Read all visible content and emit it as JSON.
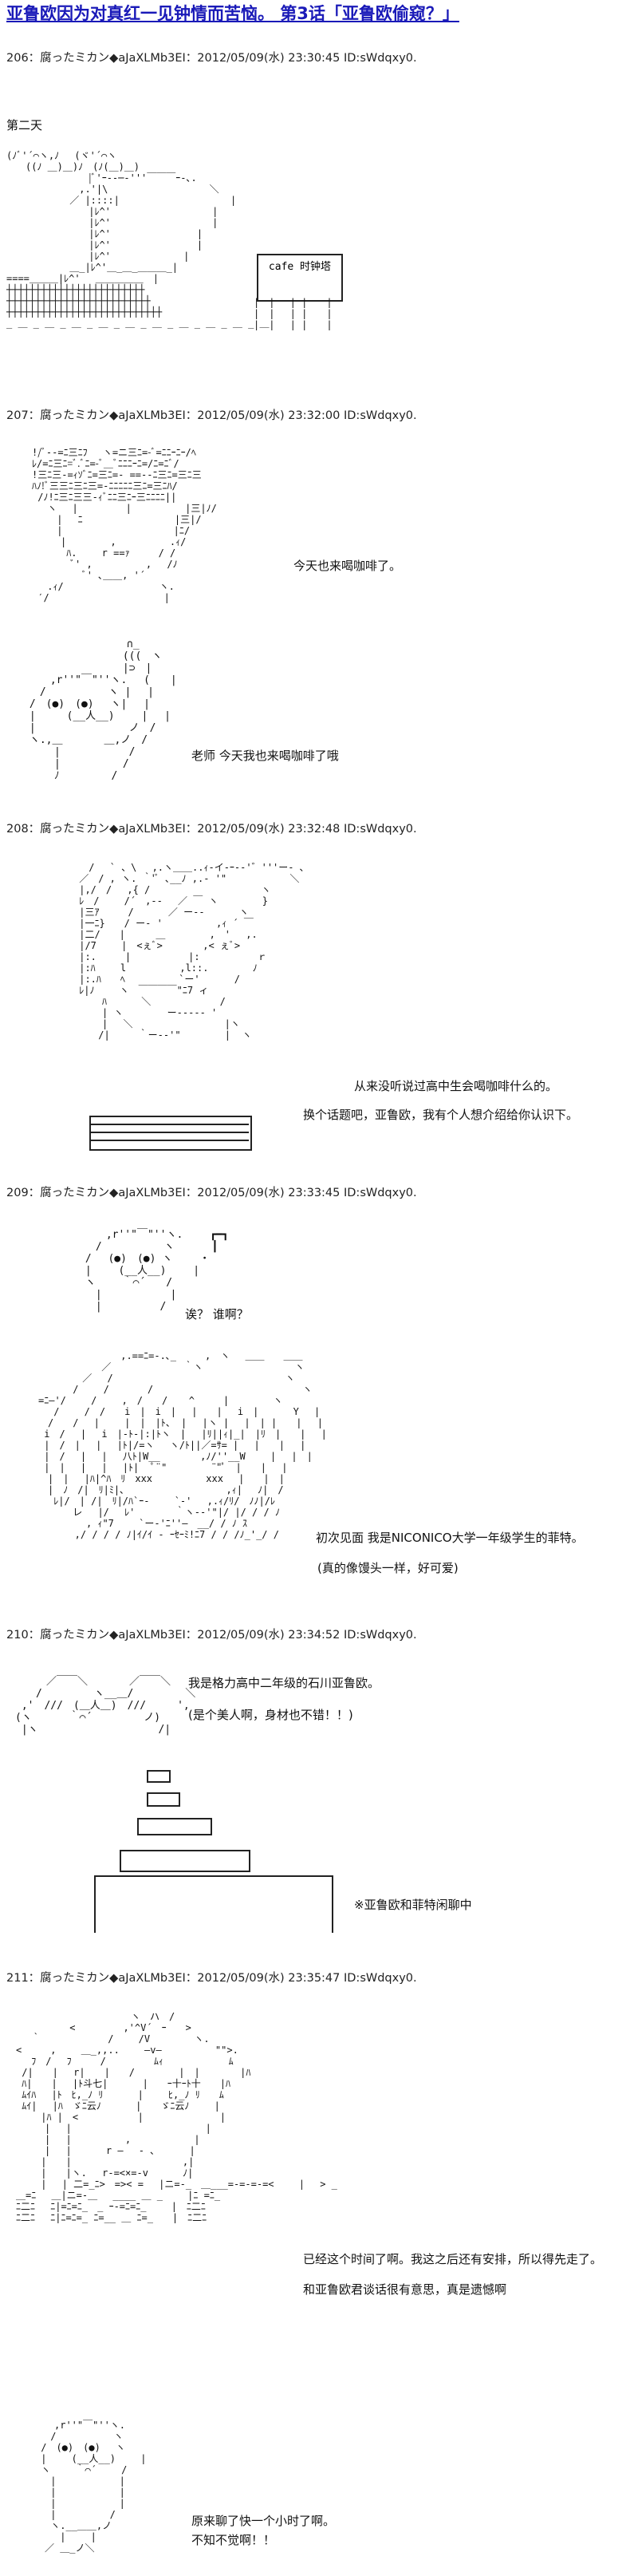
{
  "title": "亚鲁欧因为对真红一见钟情而苦恼。 第3话「亚鲁欧偷窥？」",
  "posts": [
    {
      "header": "206：腐ったミカン◆aJaXLMb3EI：2012/05/09(水) 23:30:45 ID:sWdqxy0.",
      "lines": [
        "第二天"
      ],
      "sign": "cafe 时钟塔"
    },
    {
      "header": "207：腐ったミカン◆aJaXLMb3EI：2012/05/09(水) 23:32:00 ID:sWdqxy0.",
      "lines": [
        "今天也来喝咖啡了。",
        "老师 今天我也来喝咖啡了哦"
      ]
    },
    {
      "header": "208：腐ったミカン◆aJaXLMb3EI：2012/05/09(水) 23:32:48 ID:sWdqxy0.",
      "lines": [
        "从来没听说过高中生会喝咖啡什么的。",
        "换个话题吧，亚鲁欧，我有个人想介绍给你认识下。"
      ]
    },
    {
      "header": "209：腐ったミカン◆aJaXLMb3EI：2012/05/09(水) 23:33:45 ID:sWdqxy0.",
      "lines": [
        "诶？ 谁啊？",
        "初次见面 我是NICONICO大学一年级学生的菲特。",
        "(真的像馒头一样，好可爱)"
      ]
    },
    {
      "header": "210：腐ったミカン◆aJaXLMb3EI：2012/05/09(水) 23:34:52 ID:sWdqxy0.",
      "lines": [
        "我是格力高中二年级的石川亚鲁欧。",
        "(是个美人啊，身材也不错！！)",
        "※亚鲁欧和菲特闲聊中"
      ]
    },
    {
      "header": "211：腐ったミカン◆aJaXLMb3EI：2012/05/09(水) 23:35:47 ID:sWdqxy0.",
      "lines": [
        "已经这个时间了啊。我这之后还有安排，所以得先走了。",
        "和亚鲁欧君谈话很有意思，真是遗憾啊",
        "原来聊了快一个小时了啊。",
        "不知不觉啊！！"
      ]
    }
  ]
}
